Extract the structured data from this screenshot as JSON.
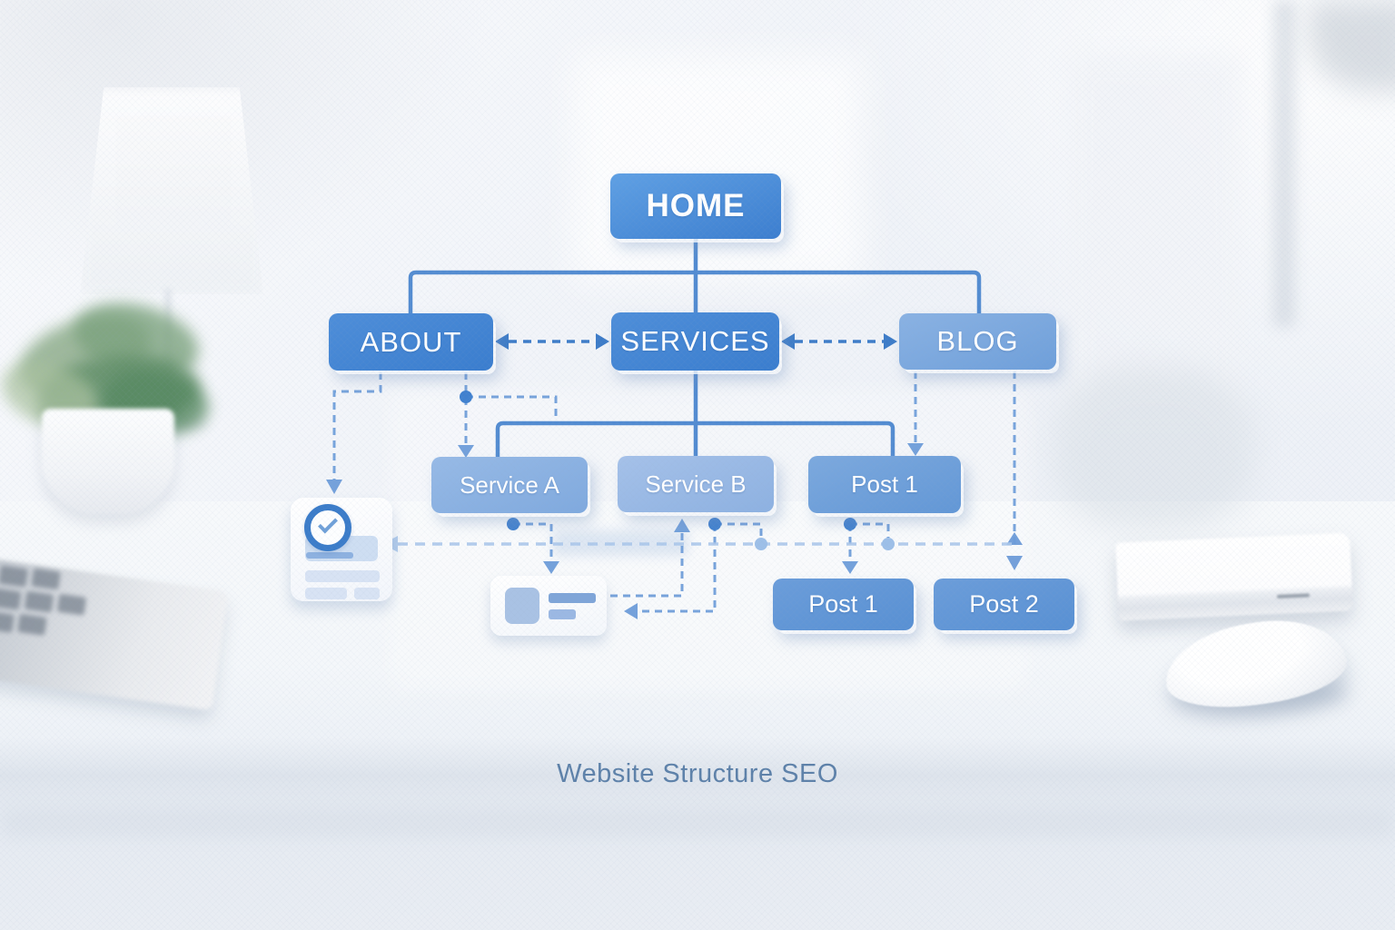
{
  "diagram": {
    "caption": "Website Structure SEO",
    "levels": {
      "root": {
        "home": "HOME"
      },
      "main": {
        "about": "ABOUT",
        "services": "SERVICES",
        "blog": "BLOG"
      },
      "children": {
        "service_a": "Service A",
        "service_b": "Service B",
        "blog_post": "Post 1"
      },
      "posts": {
        "post_1": "Post 1",
        "post_2": "Post 2"
      }
    },
    "icons": {
      "document": "checklist-document-icon",
      "article": "article-card-icon"
    },
    "colors": {
      "node_primary": "#3f7ecf",
      "node_secondary": "#6e9fda",
      "node_light": "#8fb2e2",
      "connector_solid": "#4a86cf",
      "connector_dashed": "#6d9cd9",
      "baseline_dashed": "#abc6ea",
      "caption_text": "#5d81a9"
    }
  }
}
